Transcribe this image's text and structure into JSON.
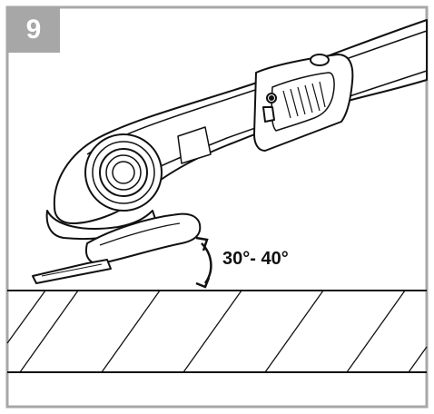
{
  "figure": {
    "step_number": "9",
    "angle_label": "30°- 40°"
  },
  "colors": {
    "border": "#a7a7a7",
    "badge_bg": "#a7a7a7",
    "badge_text": "#ffffff",
    "line": "#111111"
  },
  "icons": {
    "tool": "multi-tool-illustration",
    "angle": "curved-double-arrow-icon",
    "surface": "hatched-workpiece"
  }
}
